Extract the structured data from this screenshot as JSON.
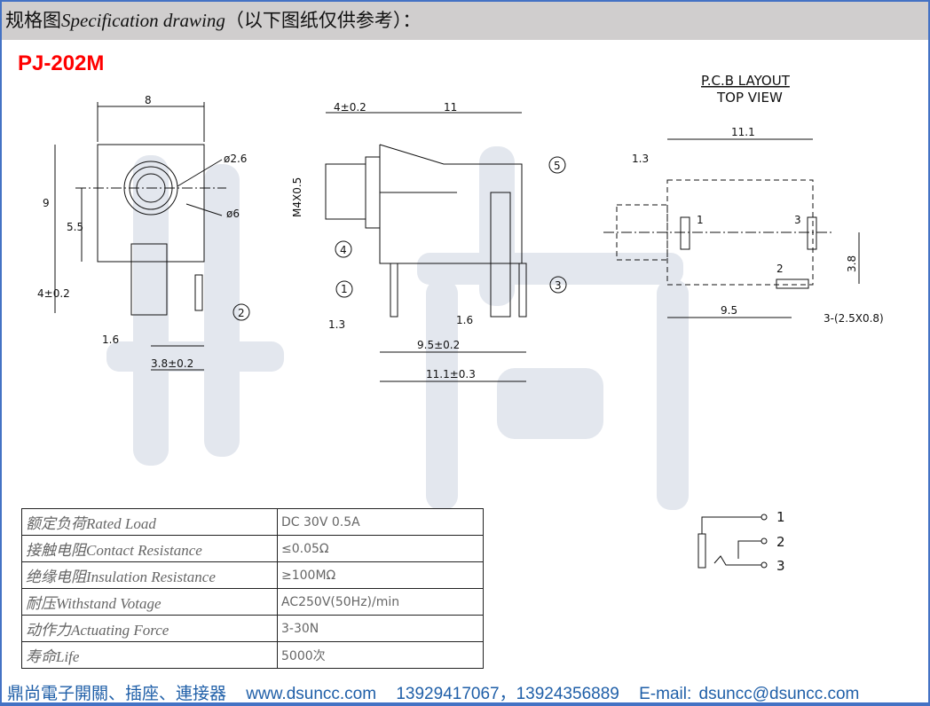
{
  "header": {
    "title_cn": "规格图",
    "title_en": "Specification drawing",
    "note": "（以下图纸仅供参考）："
  },
  "model": "PJ-202M",
  "watermark": "鼎尚",
  "front_view": {
    "width": "8",
    "height": "9",
    "center_height": "5.5",
    "pin_length": "4±0.2",
    "pin_offset": "1.6",
    "pin_spacing": "3.8±0.2",
    "hole_dia": "ø2.6",
    "outer_dia": "ø6",
    "callout_2": "2"
  },
  "side_view": {
    "thread_len": "4±0.2",
    "body_len": "11",
    "thread": "M4X0.5",
    "pin_off": "1.3",
    "pin_w": "1.6",
    "pin_span": "9.5±0.2",
    "total": "11.1±0.3",
    "callouts": [
      "1",
      "3",
      "4",
      "5"
    ]
  },
  "pcb": {
    "title": "P.C.B LAYOUT",
    "subtitle": "TOP VIEW",
    "width": "11.1",
    "offset": "1.3",
    "vertical": "3.8",
    "span": "9.5",
    "holes": "3-(2.5X0.8)",
    "pins": [
      "1",
      "2",
      "3"
    ]
  },
  "schematic": {
    "pins": [
      "1",
      "2",
      "3"
    ]
  },
  "specs": [
    {
      "label": "额定负荷Rated Load",
      "value": "DC 30V 0.5A"
    },
    {
      "label": "接触电阻Contact Resistance",
      "value": "≤0.05Ω"
    },
    {
      "label": "绝缘电阻Insulation Resistance",
      "value": "≥100MΩ"
    },
    {
      "label": "耐压Withstand Votage",
      "value": "AC250V(50Hz)/min"
    },
    {
      "label": "动作力Actuating Force",
      "value": "3-30N"
    },
    {
      "label": "寿命Life",
      "value": "5000次"
    }
  ],
  "footer": {
    "company": "鼎尚電子開關、插座、連接器",
    "website": "www.dsuncc.com",
    "phones": "13929417067，13924356889",
    "email": "E-mail: dsuncc@dsuncc.com"
  }
}
